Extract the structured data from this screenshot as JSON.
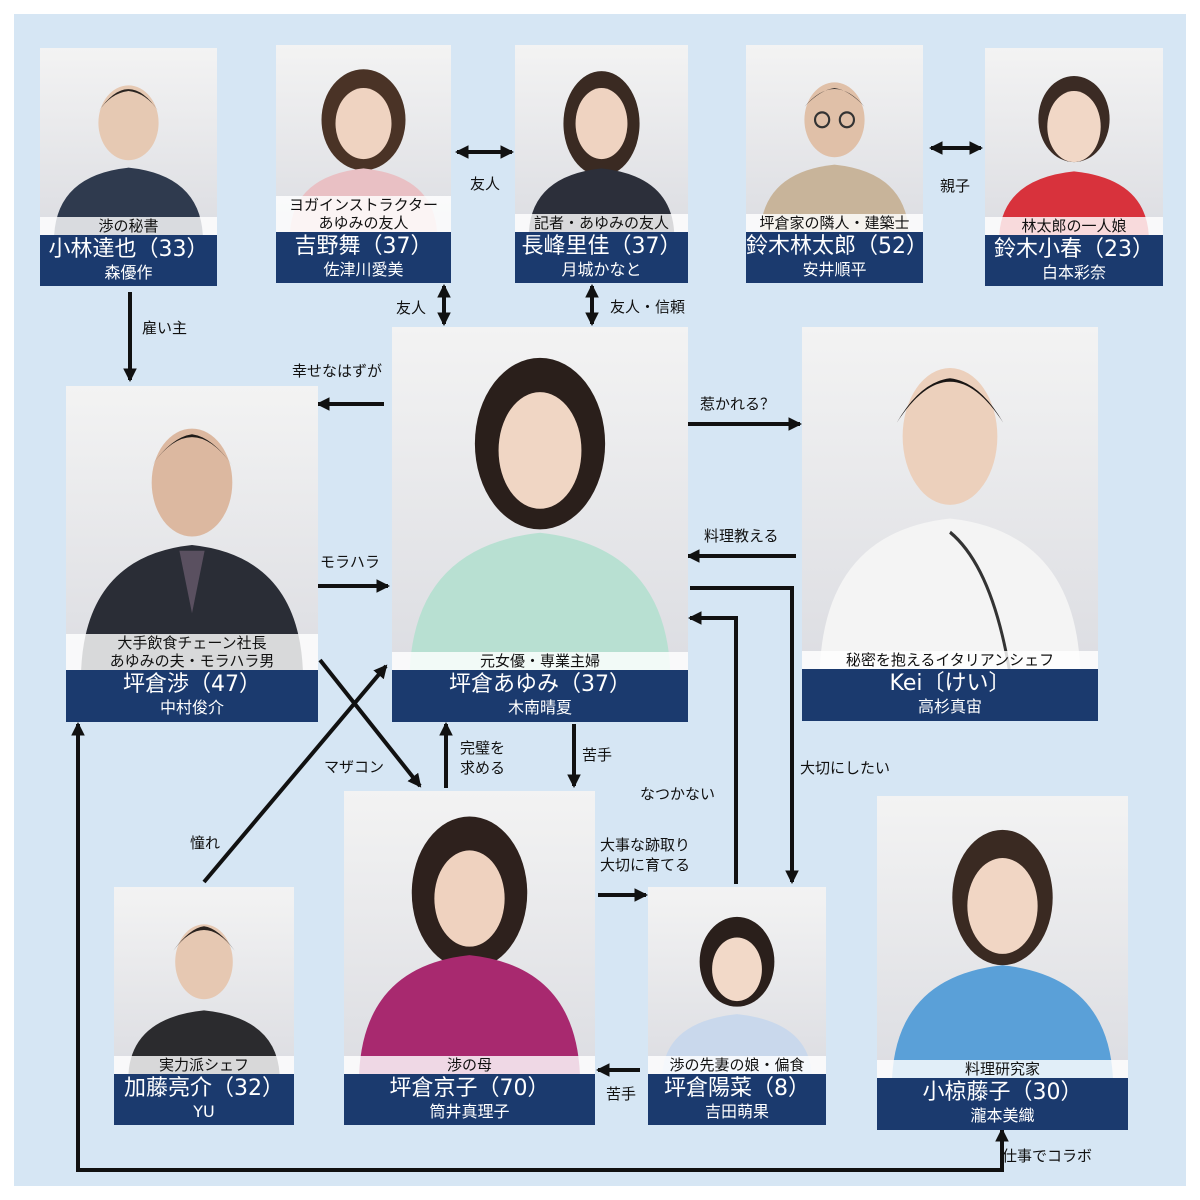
{
  "characters": {
    "kobayashi": {
      "role": "渉の秘書",
      "name": "小林達也（33）",
      "actor": "森優作"
    },
    "yoshino": {
      "role": "ヨガインストラクター\nあゆみの友人",
      "name": "吉野舞（37）",
      "actor": "佐津川愛美"
    },
    "nagamine": {
      "role": "記者・あゆみの友人",
      "name": "長峰里佳（37）",
      "actor": "月城かなと"
    },
    "suzuki_r": {
      "role": "坪倉家の隣人・建築士",
      "name": "鈴木林太郎（52）",
      "actor": "安井順平"
    },
    "suzuki_k": {
      "role": "林太郎の一人娘",
      "name": "鈴木小春（23）",
      "actor": "白本彩奈"
    },
    "wataru": {
      "role": "大手飲食チェーン社長\nあゆみの夫・モラハラ男",
      "name": "坪倉渉（47）",
      "actor": "中村俊介"
    },
    "ayumi": {
      "role": "元女優・専業主婦",
      "name": "坪倉あゆみ（37）",
      "actor": "木南晴夏"
    },
    "kei": {
      "role": "秘密を抱えるイタリアンシェフ",
      "name": "Kei〔けい〕",
      "actor": "高杉真宙"
    },
    "kato": {
      "role": "実力派シェフ",
      "name": "加藤亮介（32）",
      "actor": "YU"
    },
    "kyoko": {
      "role": "渉の母",
      "name": "坪倉京子（70）",
      "actor": "筒井真理子"
    },
    "haruna": {
      "role": "渉の先妻の娘・偏食",
      "name": "坪倉陽菜（8）",
      "actor": "吉田萌果"
    },
    "ogura": {
      "role": "料理研究家",
      "name": "小椋藤子（30）",
      "actor": "瀧本美織"
    }
  },
  "relations": {
    "yoshino_nagamine": "友人",
    "suzuki_pair": "親子",
    "yoshino_ayumi": "友人",
    "nagamine_ayumi": "友人・信頼",
    "kobayashi_wataru": "雇い主",
    "ayumi_wataru": "幸せなはずが",
    "wataru_ayumi": "モラハラ",
    "ayumi_kei": "惹かれる？",
    "kei_ayumi": "料理教える",
    "kyoko_ayumi": "完璧を\n求める",
    "ayumi_kyoko": "苦手",
    "wataru_kyoko": "マザコン",
    "kato_ayumi": "憧れ",
    "haruna_ayumi": "なつかない",
    "ayumi_haruna": "大切にしたい",
    "kyoko_haruna": "大事な跡取り\n大切に育てる",
    "haruna_kyoko": "苦手",
    "ogura_collab": "仕事でコラボ"
  },
  "colors": {
    "panel": "#d6e6f4",
    "namebar": "#1b3a6e",
    "arrow": "#111111"
  }
}
